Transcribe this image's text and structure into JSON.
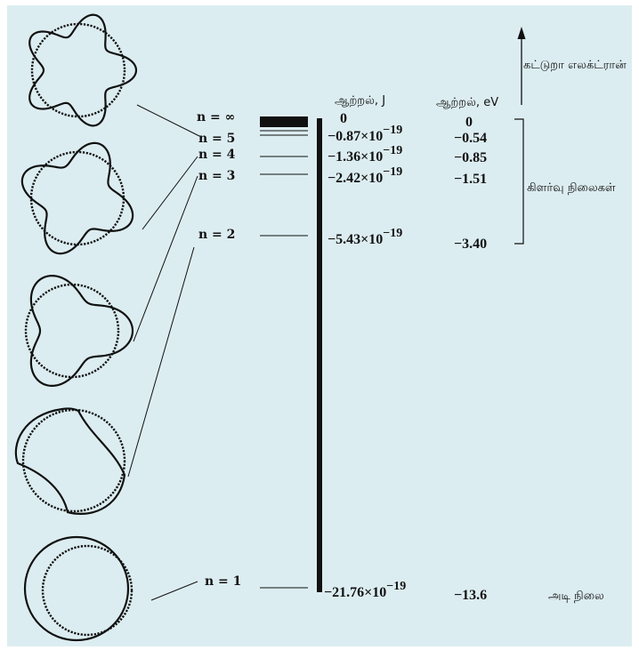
{
  "headers": {
    "energy_j": "ஆற்றல், J",
    "energy_ev": "ஆற்றல், eV"
  },
  "annotations": {
    "free_electron": "கட்டுறா எலக்ட்ரான்",
    "excited_states": "கிளர்வு நிலைகள்",
    "ground_state": "அடி நிலை"
  },
  "levels": [
    {
      "n_label": "n = ∞",
      "j_mantissa": "0",
      "j_exp": "",
      "ev": "0"
    },
    {
      "n_label": "n = 5",
      "j_mantissa": "−0.87×10",
      "j_exp": "−19",
      "ev": "−0.54"
    },
    {
      "n_label": "n = 4",
      "j_mantissa": "−1.36×10",
      "j_exp": "−19",
      "ev": "−0.85"
    },
    {
      "n_label": "n = 3",
      "j_mantissa": "−2.42×10",
      "j_exp": "−19",
      "ev": "−1.51"
    },
    {
      "n_label": "n = 2",
      "j_mantissa": "−5.43×10",
      "j_exp": "−19",
      "ev": "−3.40"
    },
    {
      "n_label": "n = 1",
      "j_mantissa": "−21.76×10",
      "j_exp": "−19",
      "ev": "−13.6"
    }
  ],
  "orbits": [
    {
      "lobes": 5
    },
    {
      "lobes": 4
    },
    {
      "lobes": 3
    },
    {
      "lobes": 2
    },
    {
      "lobes": 1
    }
  ],
  "colors": {
    "background": "#dcedf1",
    "ink": "#111111"
  }
}
